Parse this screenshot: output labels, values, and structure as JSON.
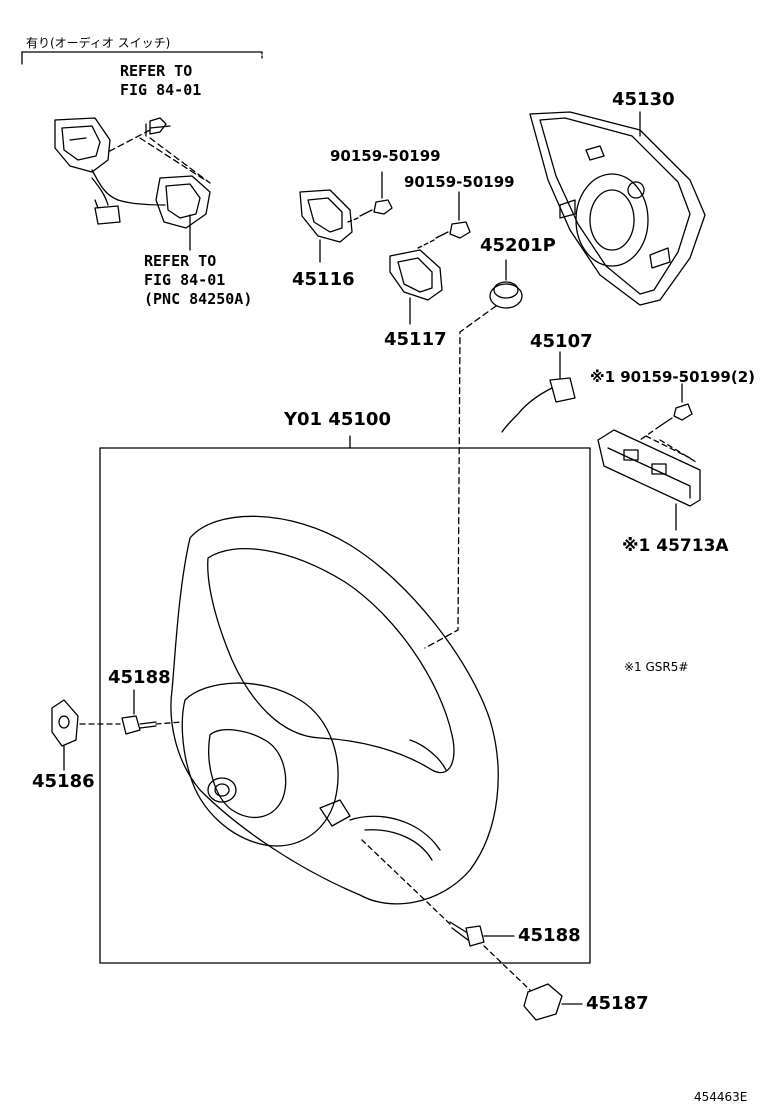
{
  "header_note": "有り(オーディオ スイッチ)",
  "refer_top": [
    "REFER TO",
    "FIG 84-01"
  ],
  "refer_bottom": [
    "REFER TO",
    "FIG 84-01",
    "(PNC 84250A)"
  ],
  "parts": {
    "p45130": "45130",
    "p90159_a": "90159-50199",
    "p90159_b": "90159-50199",
    "p45116": "45116",
    "p45201p": "45201P",
    "p45117": "45117",
    "p45107": "45107",
    "p90159_c": "※1 90159-50199(2)",
    "p45100": "Y01 45100",
    "p45713a": "※1 45713A",
    "p45188_a": "45188",
    "p45186": "45186",
    "p45188_b": "45188",
    "p45187": "45187"
  },
  "footnote": "※1 GSR5#",
  "figure_code": "454463E"
}
